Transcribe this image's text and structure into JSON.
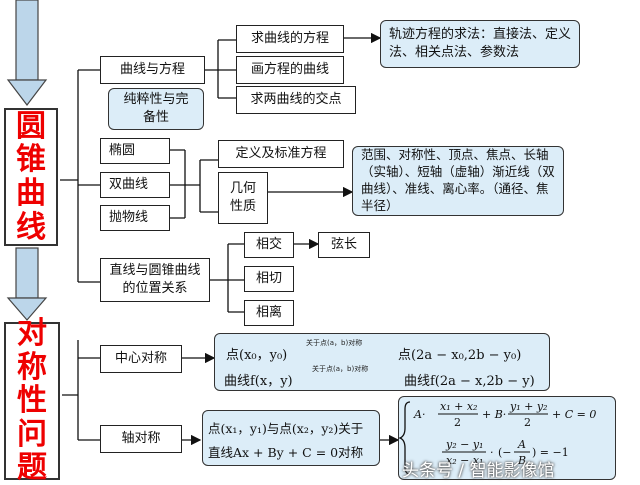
{
  "left_titles": {
    "t1": [
      "圆",
      "锥",
      "曲",
      "线"
    ],
    "t2": [
      "对",
      "称",
      "性",
      "问",
      "题"
    ]
  },
  "nodes": {
    "curve_eq": "曲线与方程",
    "purity": "纯粹性与完备性",
    "find_eq": "求曲线的方程",
    "draw_curve": "画方程的曲线",
    "intersect": "求两曲线的交点",
    "locus": "轨迹方程的求法：直接法、定义法、相关点法、参数法",
    "ellipse": "椭圆",
    "hyperbola": "双曲线",
    "parabola": "抛物线",
    "def_std": "定义及标准方程",
    "geo_prop": "几何\n性质",
    "geo_detail": "范围、对称性、顶点、焦点、长轴（实轴）、短轴（虚轴）渐近线（双曲线）、准线、离心率。（通径、焦半径）",
    "line_conic": "直线与圆锥曲线的位置关系",
    "intersect2": "相交",
    "chord": "弦长",
    "tangent": "相切",
    "separate": "相离",
    "central": "中心对称",
    "axial": "轴对称"
  },
  "formulas": {
    "arrow_label": "关于点(a，b)对称",
    "pt_from": "点(x₀，y₀)",
    "pt_to": "点(2a − x₀,2b − y₀)",
    "cv_from": "曲线f(x，y)",
    "cv_to": "曲线f(2a − x,2b − y)",
    "axial_1": "点(x₁，y₁)与点(x₂，y₂)关于",
    "axial_2": "直线Ax + By + C = 0对称",
    "sys_1": "A·(x₁+x₂)/2 + B·(y₁+y₂)/2 + C = 0",
    "sys_2": "(y₂−y₁)/(x₂−x₁)·(−A/B) = −1"
  },
  "watermark": "头条号 / 智能影像馆",
  "colors": {
    "accent": "#e00000",
    "box_fill": "#dcedf8",
    "arrow": "#bcd6ea"
  }
}
